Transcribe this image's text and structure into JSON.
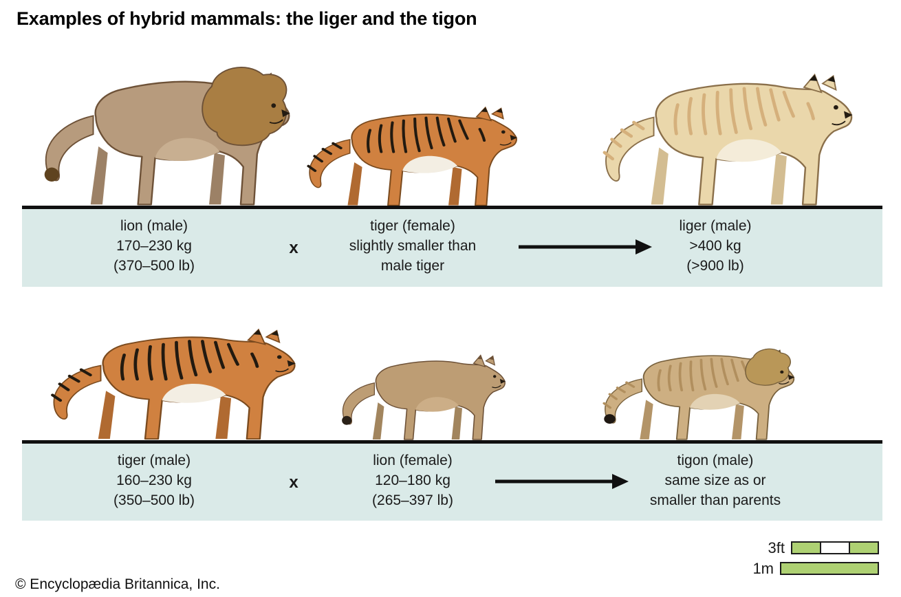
{
  "title": "Examples of hybrid mammals: the liger and the tigon",
  "credit": "© Encyclopædia Britannica, Inc.",
  "cross_symbol": "x",
  "icons": {
    "arrow_right": "→"
  },
  "colors": {
    "band": "#daeae8",
    "scale_bar_green": "#aed173",
    "ground_line": "#101010"
  },
  "rows": [
    {
      "parent1": {
        "name": "lion (male)",
        "line2": "170–230 kg",
        "line3": "(370–500 lb)"
      },
      "parent2": {
        "name": "tiger (female)",
        "line2": "slightly smaller than",
        "line3": "male tiger"
      },
      "offspring": {
        "name": "liger (male)",
        "line2": ">400 kg",
        "line3": "(>900 lb)"
      }
    },
    {
      "parent1": {
        "name": "tiger (male)",
        "line2": "160–230 kg",
        "line3": "(350–500 lb)"
      },
      "parent2": {
        "name": "lion (female)",
        "line2": "120–180 kg",
        "line3": "(265–397 lb)"
      },
      "offspring": {
        "name": "tigon (male)",
        "line2": "same size as or",
        "line3": "smaller than parents"
      }
    }
  ],
  "scale": {
    "ft_label": "3ft",
    "m_label": "1m"
  }
}
